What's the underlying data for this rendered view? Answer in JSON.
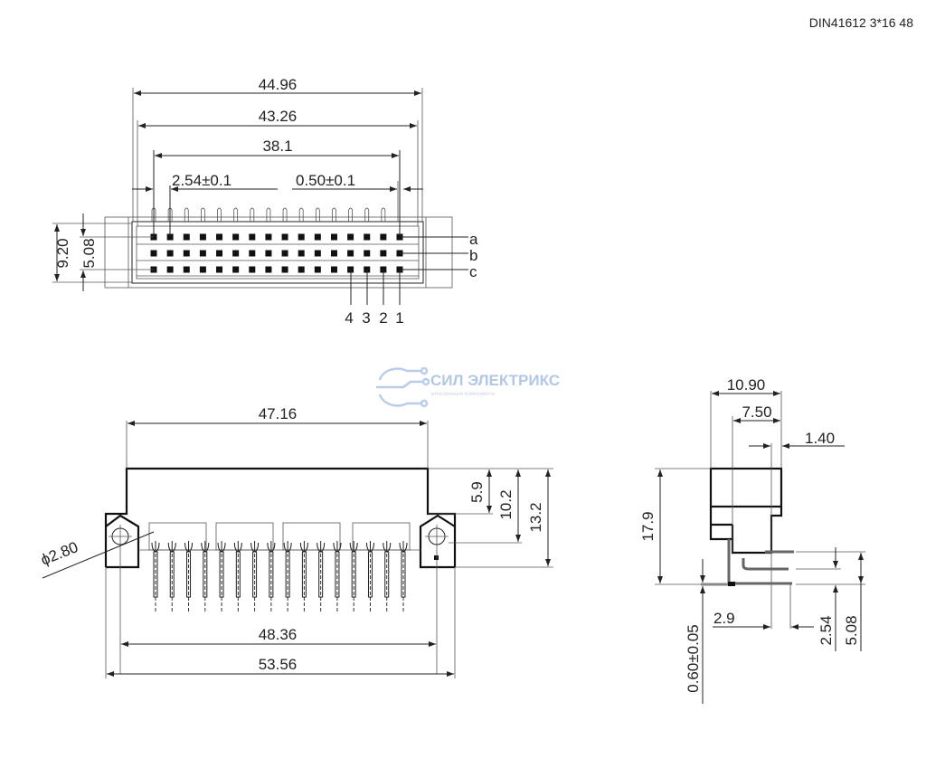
{
  "title": "DIN41612 3*16 48",
  "watermark": {
    "name": "СИЛ ЭЛЕКТРИКС",
    "tagline": "электронные компоненты"
  },
  "top_view": {
    "dims": {
      "overall": "44.96",
      "inner": "43.26",
      "pin_span": "38.1",
      "pitch": "2.54±0.1",
      "offset": "0.50±0.1",
      "height": "9.20",
      "row_span": "5.08"
    },
    "rows": [
      "a",
      "b",
      "c"
    ],
    "pin_numbers": [
      "4",
      "3",
      "2",
      "1"
    ],
    "pins_per_row": 16
  },
  "front_view": {
    "dims": {
      "body_width": "47.16",
      "hole_span": "48.36",
      "overall_width": "53.56",
      "hole_dia": "ϕ2.80",
      "h1": "5.9",
      "h2": "10.2",
      "h3": "13.2"
    }
  },
  "side_view": {
    "dims": {
      "depth": "10.90",
      "d2": "7.50",
      "d3": "1.40",
      "height": "17.9",
      "pin_dia": "0.60±0.05",
      "d4": "2.9",
      "row1": "2.54",
      "row2": "5.08"
    }
  }
}
